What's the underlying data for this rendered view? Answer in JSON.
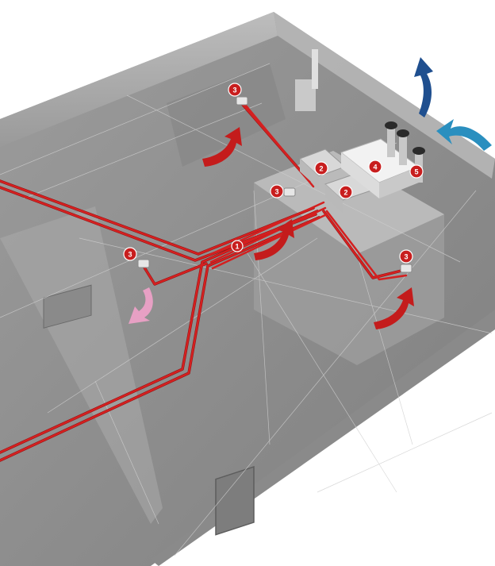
{
  "colors": {
    "duct": "#d42020",
    "duct_dark": "#8e1010",
    "badge": "#c81e1e",
    "house_wall": "#9a9a9a",
    "house_floor": "#8c8c8c",
    "wireframe": "#bdbdbd",
    "exhaust_arrow": "#1f4f8f",
    "intake_arrow": "#2a8fbf",
    "supply_arrow": "#c41c1c",
    "extract_arrow": "#e7a0c4"
  },
  "badges": {
    "main_duct": "1",
    "distributor_upper": "2",
    "distributor_lower": "2",
    "vent_kitchen": "3",
    "vent_hall": "3",
    "vent_living": "3",
    "vent_bath": "3",
    "recovery_unit": "4",
    "roof_terminal": "5"
  },
  "icons": {
    "exhaust": "arrow-out-icon",
    "intake": "arrow-in-icon",
    "supply": "supply-air-icon",
    "extract": "extract-air-icon"
  }
}
